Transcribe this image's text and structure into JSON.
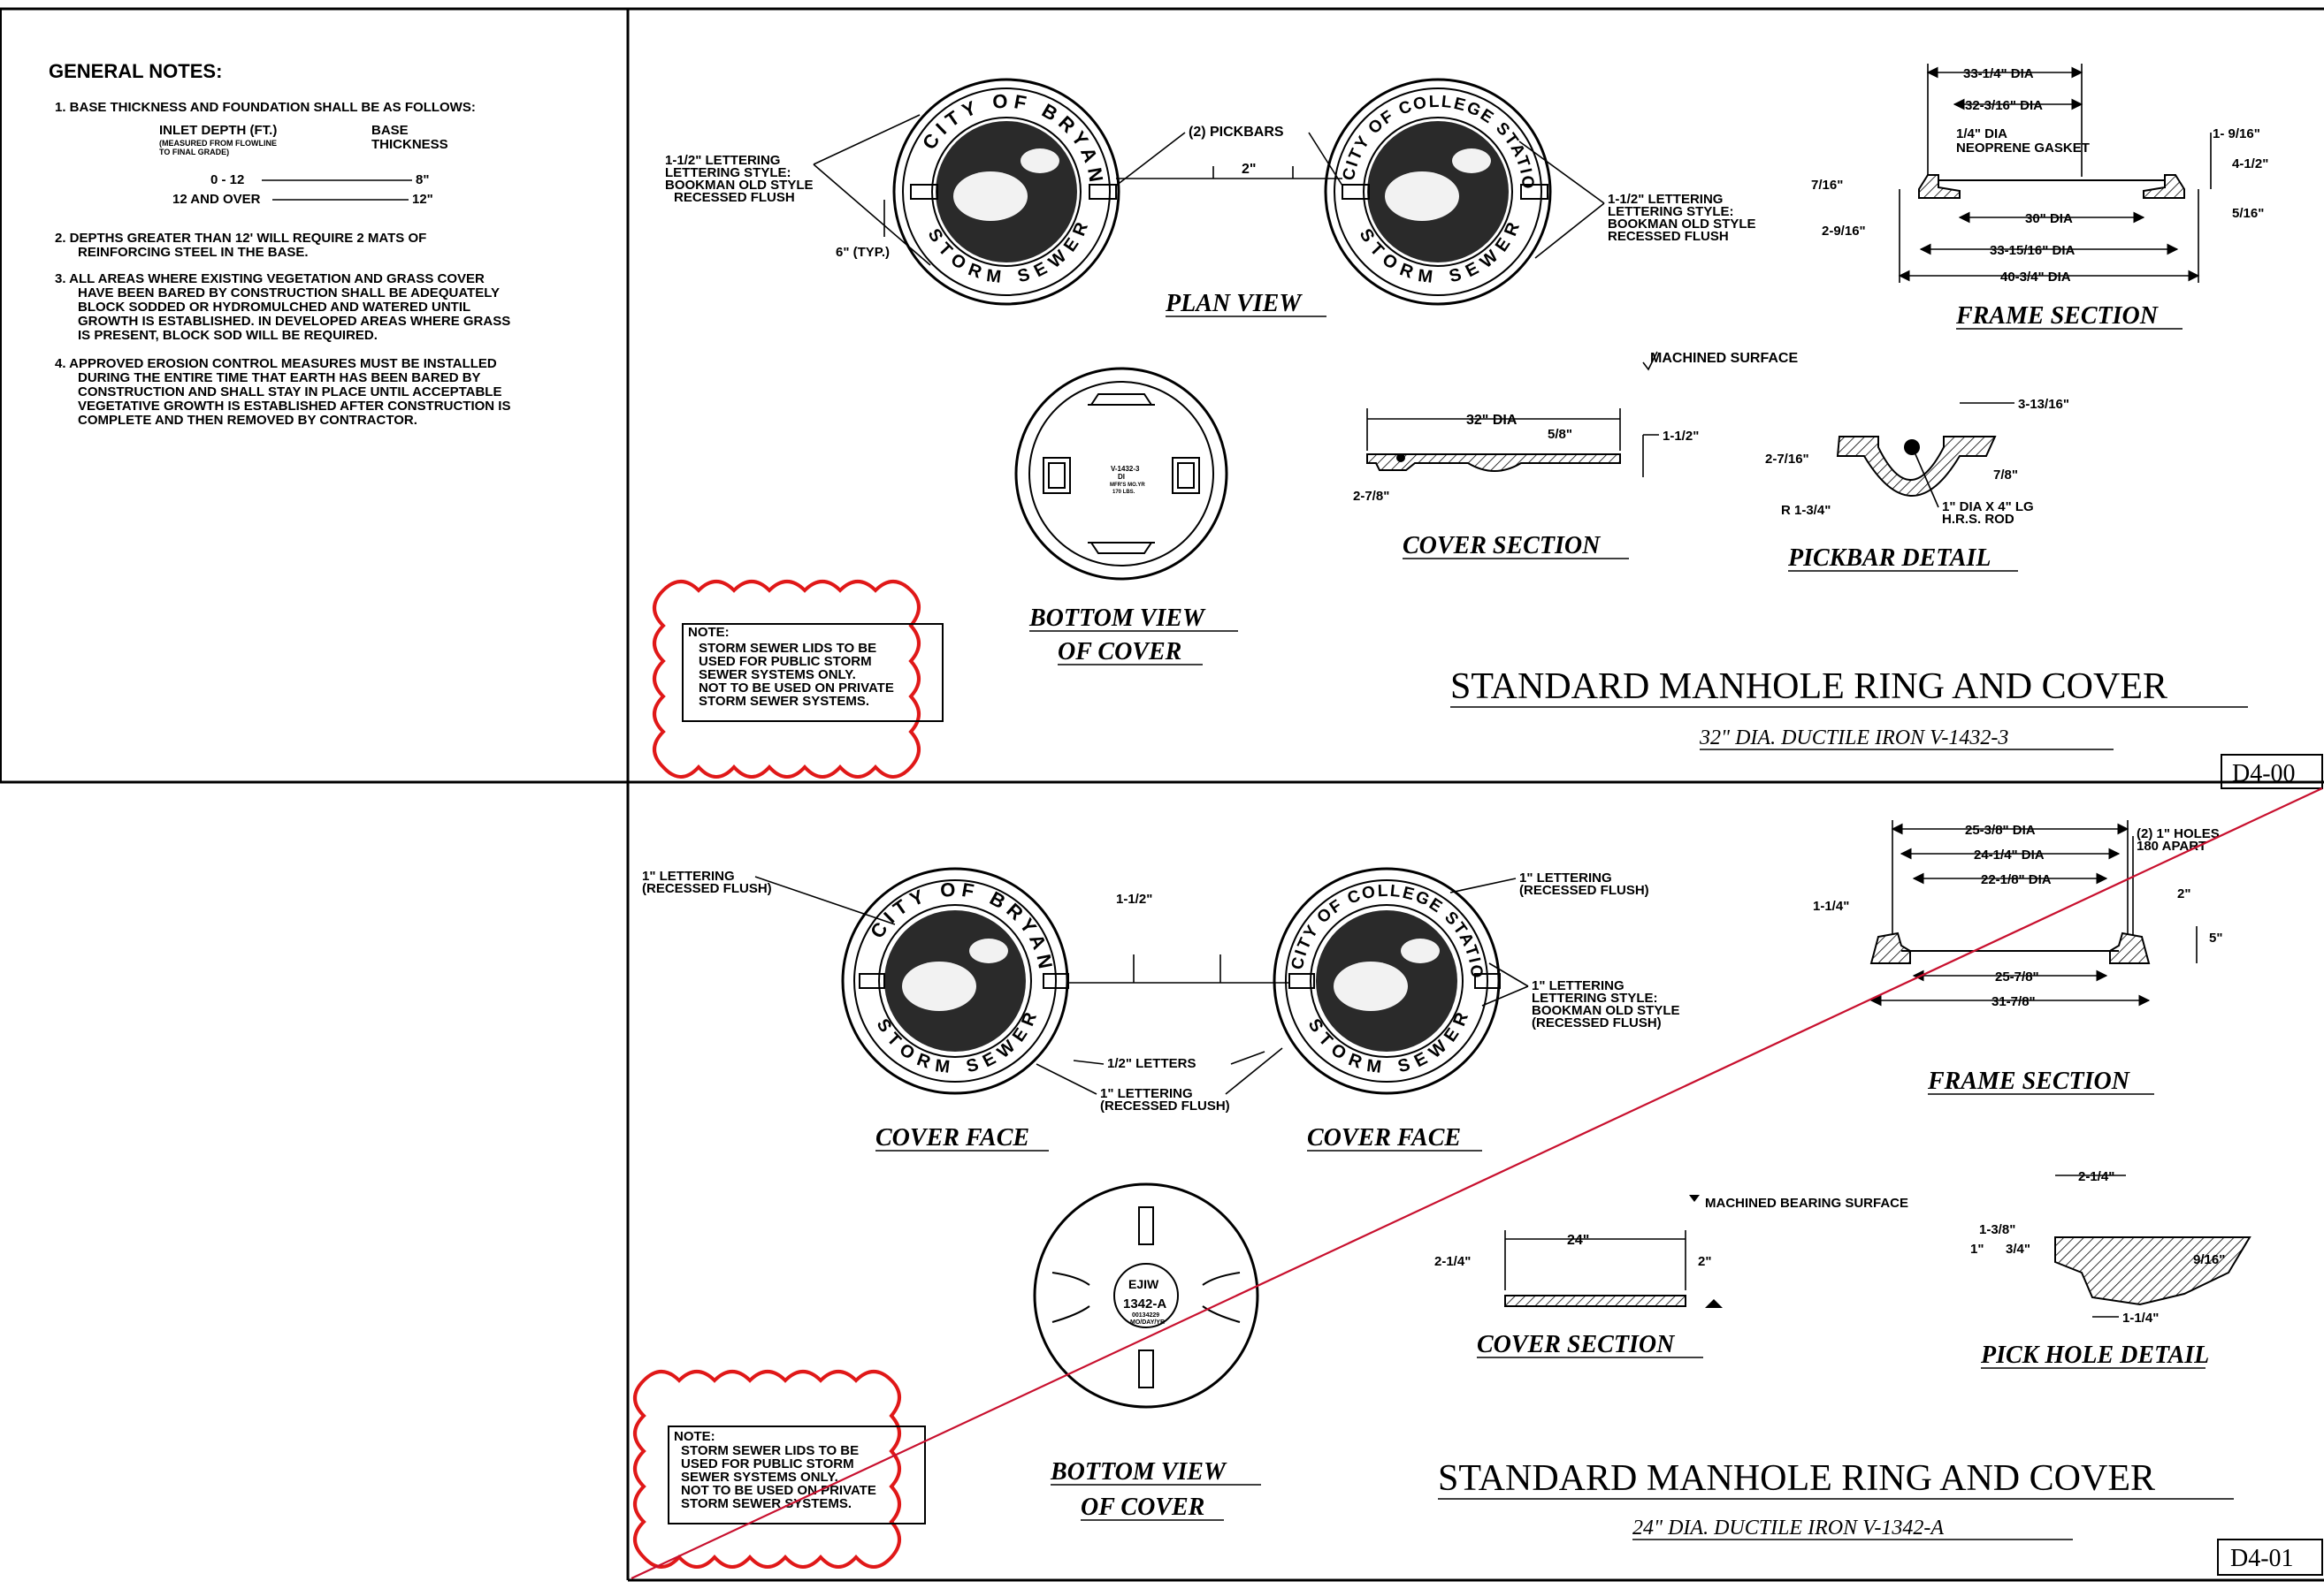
{
  "notes": {
    "heading": "GENERAL NOTES:",
    "n1": "1.  BASE THICKNESS AND FOUNDATION SHALL BE AS FOLLOWS:",
    "col1": "INLET DEPTH (FT.)",
    "col1_sub1": "(MEASURED FROM FLOWLINE",
    "col1_sub2": "TO FINAL GRADE)",
    "col2a": "BASE",
    "col2b": "THICKNESS",
    "rows": [
      {
        "depth": "0 - 12",
        "thickness": "8\""
      },
      {
        "depth": "12 AND OVER",
        "thickness": "12\""
      }
    ],
    "n2": [
      "2.  DEPTHS GREATER THAN 12' WILL REQUIRE 2 MATS OF",
      "REINFORCING STEEL IN THE BASE."
    ],
    "n3": [
      "3.  ALL AREAS WHERE EXISTING VEGETATION AND GRASS COVER",
      "HAVE BEEN BARED BY CONSTRUCTION SHALL BE ADEQUATELY",
      "BLOCK SODDED OR HYDROMULCHED AND WATERED UNTIL",
      "GROWTH IS ESTABLISHED.  IN DEVELOPED AREAS WHERE GRASS",
      "IS PRESENT, BLOCK SOD WILL BE REQUIRED."
    ],
    "n4": [
      "4.  APPROVED EROSION CONTROL MEASURES MUST BE INSTALLED",
      "DURING THE ENTIRE TIME THAT EARTH HAS BEEN BARED BY",
      "CONSTRUCTION AND SHALL STAY IN PLACE UNTIL ACCEPTABLE",
      "VEGETATIVE GROWTH IS ESTABLISHED AFTER CONSTRUCTION IS",
      "COMPLETE AND THEN REMOVED BY CONTRACTOR."
    ]
  },
  "d400": {
    "sheet_id": "D4-00",
    "title": "STANDARD MANHOLE RING AND COVER",
    "subtitle": "32\" DIA. DUCTILE IRON V-1432-3",
    "views": {
      "plan": "PLAN VIEW",
      "bottom1": "BOTTOM VIEW",
      "bottom2": "OF COVER",
      "cover_section": "COVER SECTION",
      "pickbar": "PICKBAR DETAIL",
      "frame": "FRAME SECTION"
    },
    "note": [
      "NOTE:",
      "STORM SEWER LIDS TO BE",
      "USED FOR PUBLIC STORM",
      "SEWER SYSTEMS ONLY.",
      "NOT TO BE USED ON PRIVATE",
      "STORM SEWER SYSTEMS."
    ],
    "lettering_left": [
      "1-1/2\" LETTERING",
      "LETTERING STYLE:",
      "BOOKMAN OLD STYLE",
      "RECESSED FLUSH"
    ],
    "lettering_right": [
      "1-1/2\" LETTERING",
      "LETTERING STYLE:",
      "BOOKMAN OLD STYLE",
      "RECESSED FLUSH"
    ],
    "pickbars": "(2) PICKBARS",
    "gap": "2\"",
    "typ": "6\" (TYP.)",
    "lid_left": {
      "top": "CITY OF BRYAN",
      "bottom": "STORM SEWER"
    },
    "lid_right": {
      "top": "CITY OF COLLEGE STATION",
      "bottom": "STORM SEWER"
    },
    "bottom_text": [
      "V-1432-3",
      "DI",
      "MFR'S MO.YR",
      "170 LBS."
    ],
    "frame": {
      "d1": "33-1/4\" DIA",
      "d2": "32-3/16\" DIA",
      "gasket1": "1/4\" DIA",
      "gasket2": "NEOPRENE GASKET",
      "d3": "30\" DIA",
      "d4": "33-15/16\" DIA",
      "d5": "40-3/4\" DIA",
      "l1": "7/16\"",
      "l2": "2-9/16\"",
      "r1": "1- 9/16\"",
      "r2": "4-1/2\"",
      "r3": "5/16\""
    },
    "machined": "MACHINED SURFACE",
    "cover": {
      "dia": "32\" DIA",
      "a": "5/8\"",
      "b": "1-1/2\"",
      "c": "2-7/8\""
    },
    "pickbar": {
      "a": "3-13/16\"",
      "b": "2-7/16\"",
      "c": "7/8\"",
      "d": "R 1-3/4\"",
      "e1": "1\" DIA X 4\" LG",
      "e2": "H.R.S. ROD"
    }
  },
  "d401": {
    "sheet_id": "D4-01",
    "title": "STANDARD MANHOLE RING AND COVER",
    "subtitle": "24\" DIA. DUCTILE IRON V-1342-A",
    "views": {
      "face1": "COVER FACE",
      "face2": "COVER FACE",
      "bottom1": "BOTTOM VIEW",
      "bottom2": "OF COVER",
      "cover_section": "COVER SECTION",
      "pick": "PICK HOLE DETAIL",
      "frame": "FRAME SECTION"
    },
    "note": [
      "NOTE:",
      "STORM SEWER LIDS TO BE",
      "USED FOR PUBLIC STORM",
      "SEWER SYSTEMS ONLY.",
      "NOT TO BE USED ON PRIVATE",
      "STORM SEWER SYSTEMS."
    ],
    "lettering_left": [
      "1\" LETTERING",
      "(RECESSED FLUSH)"
    ],
    "lettering_right_top": [
      "1\" LETTERING",
      "(RECESSED FLUSH)"
    ],
    "lettering_right_mid": [
      "1\" LETTERING",
      "LETTERING STYLE:",
      "BOOKMAN OLD STYLE",
      "(RECESSED FLUSH)"
    ],
    "half_letters": "1/2\" LETTERS",
    "bottom_lettering": [
      "1\" LETTERING",
      "(RECESSED FLUSH)"
    ],
    "gap": "1-1/2\"",
    "lid_left": {
      "top": "CITY OF BRYAN",
      "bottom": "STORM SEWER"
    },
    "lid_right": {
      "top": "CITY OF COLLEGE STATION",
      "bottom": "STORM SEWER"
    },
    "bottom_text": [
      "EJIW",
      "1342-A",
      "00134229",
      "MO/DAY/YR"
    ],
    "frame": {
      "d1": "25-3/8\" DIA",
      "d2": "24-1/4\" DIA",
      "d3": "22-1/8\" DIA",
      "holes1": "(2) 1\" HOLES",
      "holes2": "180 APART",
      "l1": "1-1/4\"",
      "r1": "2\"",
      "r2": "5\"",
      "d4": "25-7/8\"",
      "d5": "31-7/8\""
    },
    "machined": "MACHINED BEARING SURFACE",
    "cover": {
      "dia": "24\"",
      "a": "2-1/4\"",
      "b": "2\""
    },
    "pick": {
      "a": "2-1/4\"",
      "b": "1-3/8\"",
      "c": "1\"",
      "d": "3/4\"",
      "e": "9/16\"",
      "f": "1-1/4\""
    }
  }
}
